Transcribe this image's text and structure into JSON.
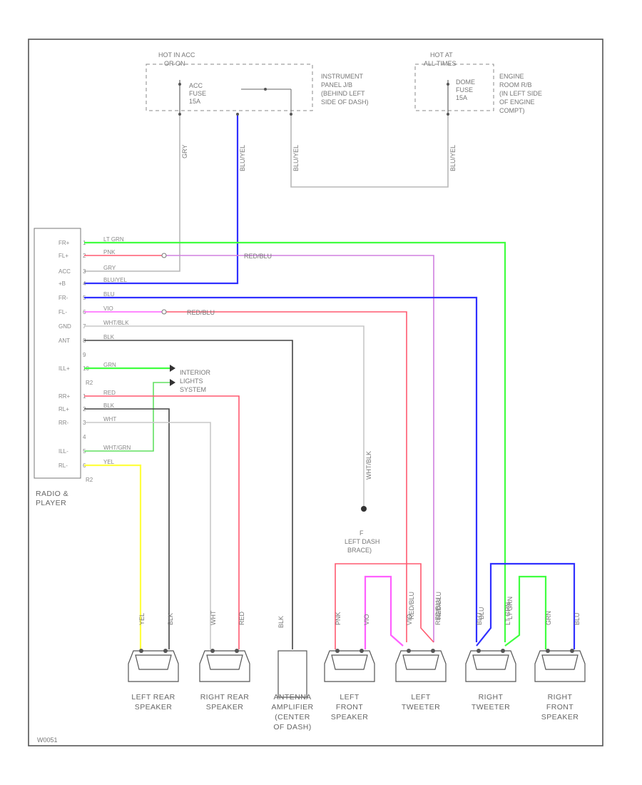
{
  "fuse_boxes": {
    "left": {
      "heading_1": "HOT IN ACC",
      "heading_2": "OR ON",
      "fuse_line_1": "ACC",
      "fuse_line_2": "FUSE",
      "fuse_line_3": "15A",
      "location_1": "INSTRUMENT",
      "location_2": "PANEL J/B",
      "location_3": "(BEHIND LEFT",
      "location_4": "SIDE OF DASH)"
    },
    "right": {
      "heading_1": "HOT AT",
      "heading_2": "ALL TIMES",
      "fuse_line_1": "DOME",
      "fuse_line_2": "FUSE",
      "fuse_line_3": "15A",
      "location_1": "ENGINE",
      "location_2": "ROOM R/B",
      "location_3": "(IN LEFT SIDE",
      "location_4": "OF ENGINE",
      "location_5": "COMPT)"
    }
  },
  "radio": {
    "label_1": "RADIO &",
    "label_2": "PLAYER",
    "terminals": [
      "FR+",
      "FL+",
      "ACC",
      "+B",
      "FR-",
      "FL-",
      "GND",
      "ANT",
      "",
      "ILL+",
      "",
      "RR+",
      "RL+",
      "RR-",
      "",
      "ILL-",
      "RL-",
      ""
    ],
    "pins": [
      "1",
      "2",
      "3",
      "4",
      "5",
      "6",
      "7",
      "8",
      "9",
      "10",
      "R2",
      "1",
      "2",
      "3",
      "4",
      "5",
      "6",
      "R2"
    ],
    "wire_colors": [
      "LT GRN",
      "PNK",
      "GRY",
      "BLU/YEL",
      "BLU",
      "VIO",
      "WHT/BLK",
      "BLK",
      "",
      "GRN",
      "",
      "RED",
      "BLK",
      "WHT",
      "",
      "WHT/GRN",
      "YEL",
      ""
    ],
    "splice_labels": [
      "RED/BLU",
      "RED/BLU"
    ]
  },
  "interior_lights": {
    "line_1": "INTERIOR",
    "line_2": "LIGHTS",
    "line_3": "SYSTEM"
  },
  "ground": {
    "wire_label": "WHT/BLK",
    "line_1": "F",
    "line_2": "LEFT DASH",
    "line_3": "BRACE)"
  },
  "vertical_wire_labels": {
    "gry": "GRY",
    "bluyel_1": "BLU/YEL",
    "bluyel_2": "BLU/YEL",
    "bluyel_3": "BLU/YEL"
  },
  "components": [
    {
      "line_1": "LEFT REAR",
      "line_2": "SPEAKER",
      "line_3": "",
      "line_4": "",
      "wire_a": "YEL",
      "wire_b": "BLK"
    },
    {
      "line_1": "RIGHT REAR",
      "line_2": "SPEAKER",
      "line_3": "",
      "line_4": "",
      "wire_a": "WHT",
      "wire_b": "RED"
    },
    {
      "line_1": "ANTENNA",
      "line_2": "AMPLIFIER",
      "line_3": "(CENTER",
      "line_4": "OF DASH)",
      "wire_a": "BLK",
      "wire_b": ""
    },
    {
      "line_1": "LEFT",
      "line_2": "FRONT",
      "line_3": "SPEAKER",
      "line_4": "",
      "wire_a": "PNK",
      "wire_b": "VIO"
    },
    {
      "line_1": "LEFT",
      "line_2": "TWEETER",
      "line_3": "",
      "line_4": "",
      "wire_a": "VIO",
      "wire_b": "RED/BLU"
    },
    {
      "line_1": "RIGHT",
      "line_2": "TWEETER",
      "line_3": "",
      "line_4": "",
      "wire_a": "BLU",
      "wire_b": "LT GRN"
    },
    {
      "line_1": "RIGHT",
      "line_2": "FRONT",
      "line_3": "SPEAKER",
      "line_4": "",
      "wire_a": "GRN",
      "wire_b": "BLU"
    }
  ],
  "extra_pins": [
    "PNK",
    "RED/BLU",
    "LT GRN",
    "BLU"
  ],
  "footer_code": "W0051",
  "colors": {
    "blue": "#3030ff",
    "green": "#40ff40",
    "red": "#ff5a70",
    "pink": "#ff60ff",
    "violet": "#d080e0",
    "gray": "#b8b8b8",
    "black": "#444444",
    "yellow": "#ffff40"
  }
}
